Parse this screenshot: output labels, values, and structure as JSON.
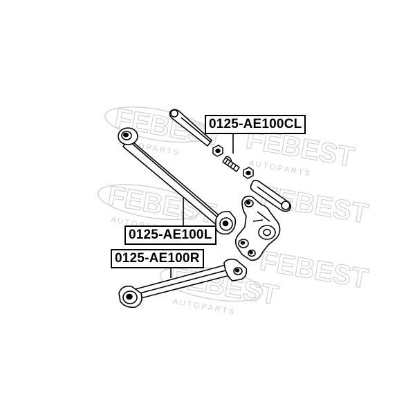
{
  "watermark": {
    "brand": "FEBEST",
    "tagline": "A U T O   P A R T S"
  },
  "labels": {
    "cl": "0125-AE100CL",
    "l": "0125-AE100L",
    "r": "0125-AE100R"
  },
  "colors": {
    "line": "#000000",
    "watermark": "#cfcfcf",
    "background": "#ffffff"
  }
}
